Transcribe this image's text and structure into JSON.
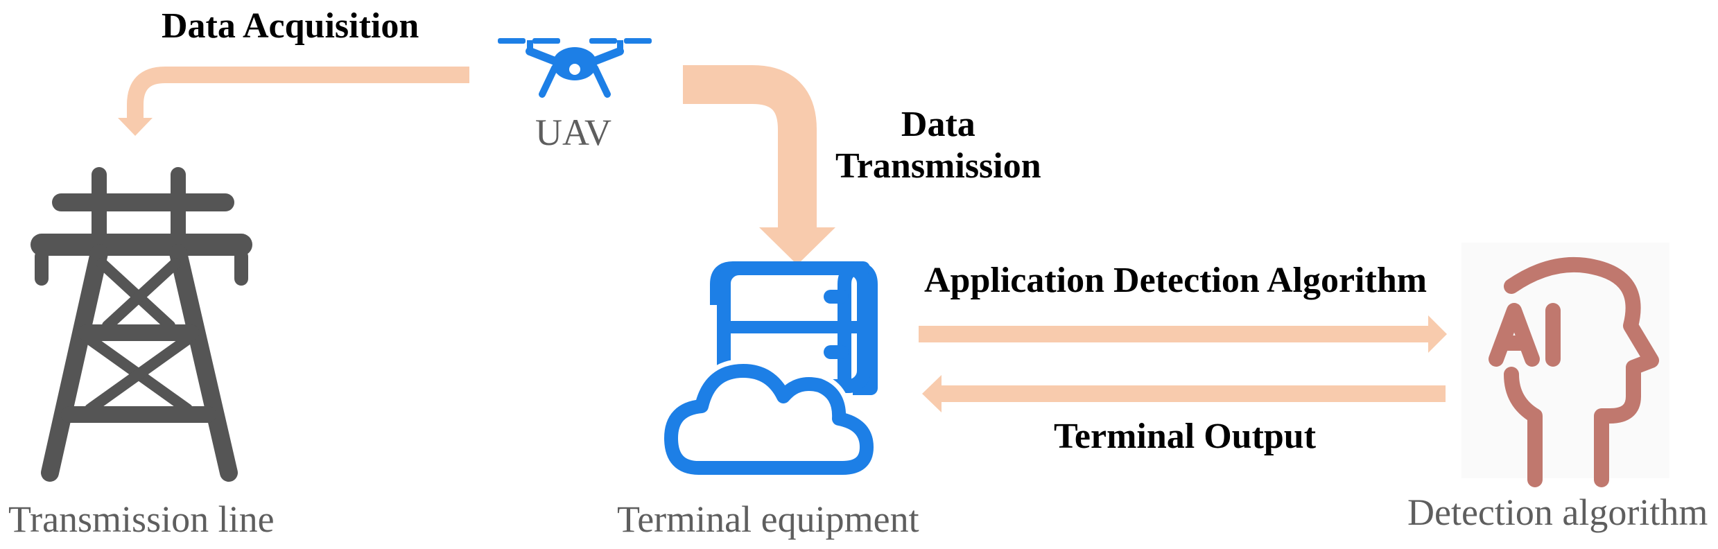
{
  "nodes": {
    "uav": {
      "label": "UAV",
      "icon": "drone-icon",
      "color": "#1d7fe6"
    },
    "transmission_line": {
      "label": "Transmission line",
      "icon": "power-tower-icon",
      "color": "#555555"
    },
    "terminal": {
      "label": "Terminal equipment",
      "icon": "server-cloud-icon",
      "color": "#1d7fe6"
    },
    "detection": {
      "label": "Detection algorithm",
      "icon": "ai-head-icon",
      "color": "#c0786e"
    }
  },
  "edges": {
    "acquisition": {
      "label": "Data Acquisition",
      "from": "UAV",
      "to": "Transmission line"
    },
    "transmission": {
      "label_line1": "Data",
      "label_line2": "Transmission",
      "from": "UAV",
      "to": "Terminal equipment"
    },
    "application": {
      "label": "Application Detection Algorithm",
      "from": "Terminal equipment",
      "to": "Detection algorithm"
    },
    "output": {
      "label": "Terminal Output",
      "from": "Detection algorithm",
      "to": "Terminal equipment"
    }
  },
  "colors": {
    "arrow": "#f8cbad",
    "text_bold": "#000000",
    "text_node": "#5e5e5e"
  }
}
